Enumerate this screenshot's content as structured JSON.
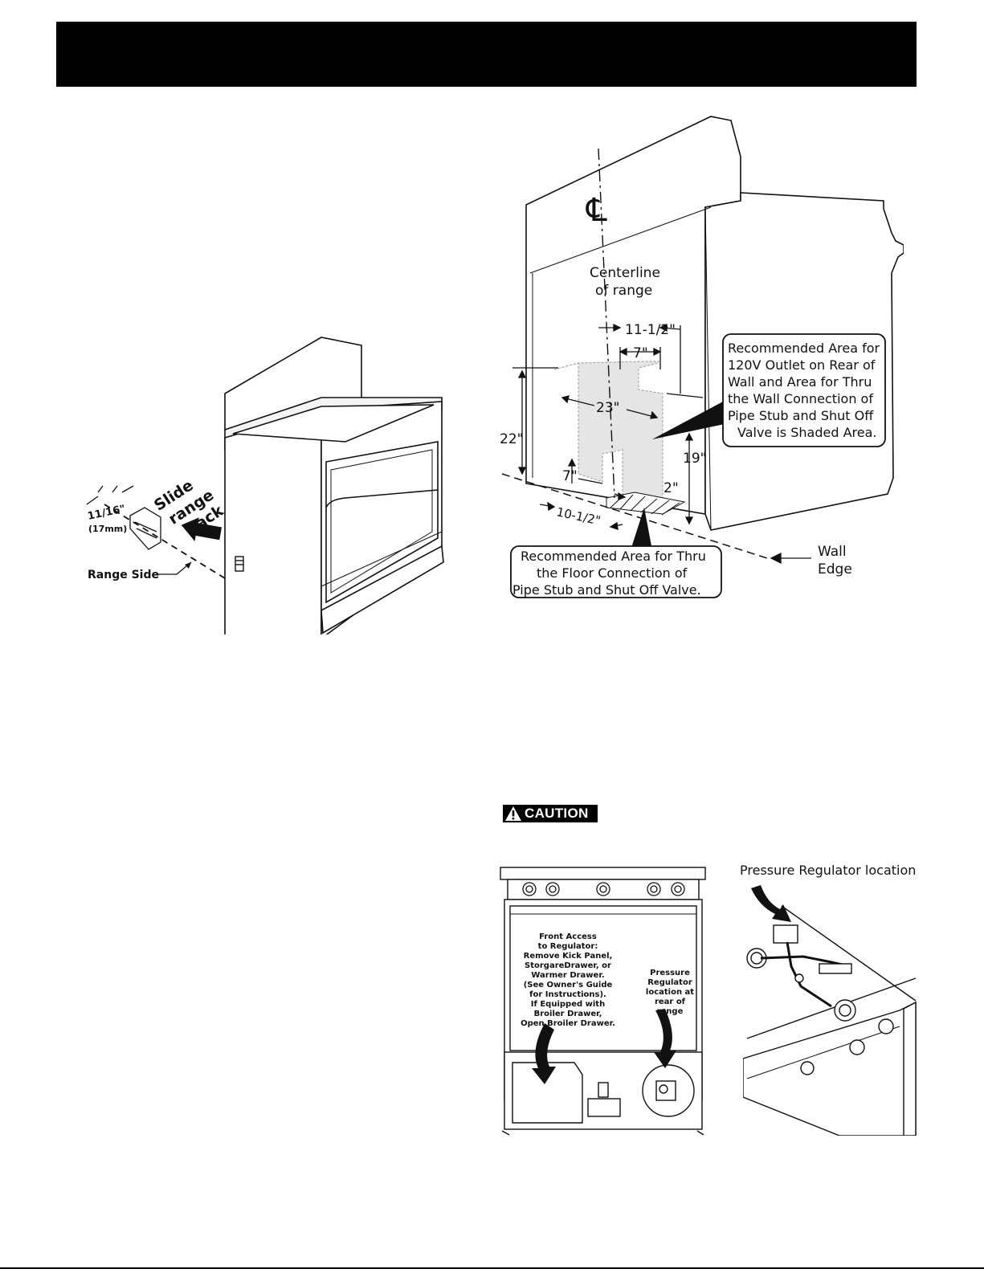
{
  "header": {
    "title": ""
  },
  "left_diagram": {
    "slide_label_1": "Slide",
    "slide_label_2": "range",
    "slide_label_3": "back",
    "dim_label": "11/16\"",
    "dim_metric": "(17mm)",
    "range_side_label": "Range Side"
  },
  "main_diagram": {
    "centerline_symbol": "℄",
    "centerline_label_1": "Centerline",
    "centerline_label_2": "of range",
    "dim_11_5": "11-1/2\"",
    "dim_7_top": "7\"",
    "dim_23": "23\"",
    "dim_22": "22\"",
    "dim_19": "19\"",
    "dim_7_side": "7\"",
    "dim_2": "2\"",
    "dim_10_5": "10-1/2\"",
    "callout_wall_lines": [
      "Recommended Area for",
      "120V Outlet on Rear of",
      "Wall and Area for Thru",
      "the Wall Connection of",
      "Pipe Stub and Shut Off",
      "Valve is Shaded Area."
    ],
    "callout_floor_lines": [
      "Recommended Area for Thru",
      "the Floor Connection of",
      "Pipe Stub and Shut Off Valve."
    ],
    "wall_label_1": "Wall",
    "wall_label_2": "Edge"
  },
  "caution": {
    "label": "CAUTION"
  },
  "front_diagram": {
    "front_access_lines": [
      "Front Access",
      "to Regulator:",
      "Remove Kick Panel,",
      "StorgareDrawer, or",
      "Warmer Drawer.",
      "(See Owner's Guide",
      "for Instructions).",
      "If Equipped with",
      "Broiler Drawer,",
      "Open Broiler Drawer."
    ],
    "pressure_reg_lines": [
      "Pressure",
      "Regulator",
      "location at",
      "rear of",
      "range"
    ]
  },
  "top_diagram": {
    "label": "Pressure Regulator location"
  }
}
